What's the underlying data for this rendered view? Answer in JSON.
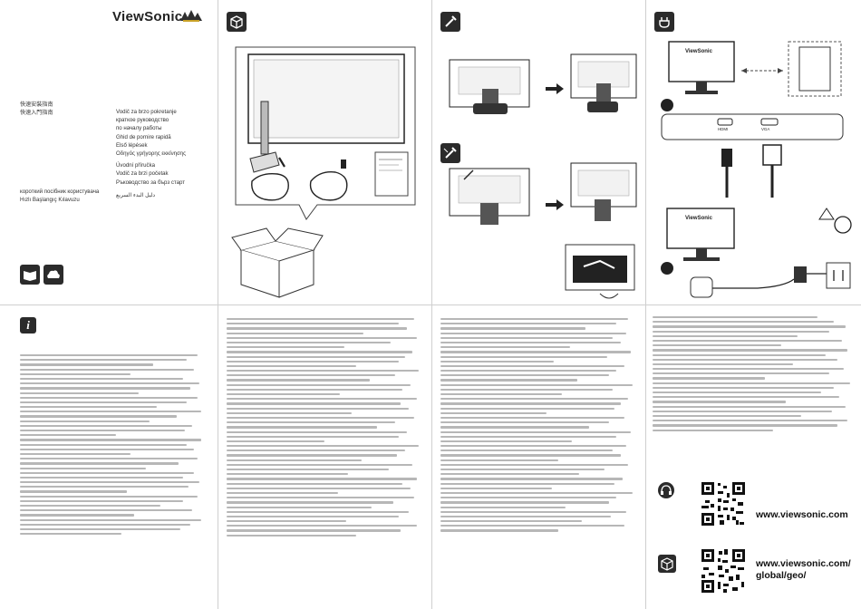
{
  "brand": {
    "name": "ViewSonic"
  },
  "titles_left": [
    "快速安裝指南",
    "快速入門指南"
  ],
  "titles_right": [
    "Vodič za brzo pokretanje",
    "краткое руководство",
    "по началу работы",
    "Ghid de pornire rapidă",
    "Első lépések",
    "Οδηγός γρήγορης εκκίνησης",
    "Úvodní příručka",
    "Vodič za brzi početak",
    "Ръководство за бърз старт"
  ],
  "titles_bottom": [
    "короткий посібник користувача",
    "Hızlı Başlangıç Kılavuzu",
    "دليل البدء السريع"
  ],
  "info_icon": "i",
  "ports": {
    "hdmi": "HDMI",
    "vga": "VGA"
  },
  "monitor_label": "ViewSonic",
  "urls": {
    "main": "www.viewsonic.com",
    "global_line1": "www.viewsonic.com/",
    "global_line2": "global/geo/"
  },
  "icons": [
    "box-icon",
    "screwdriver-icon",
    "plug-icon",
    "info-icon",
    "qr-code-icon",
    "globe-box-icon"
  ]
}
